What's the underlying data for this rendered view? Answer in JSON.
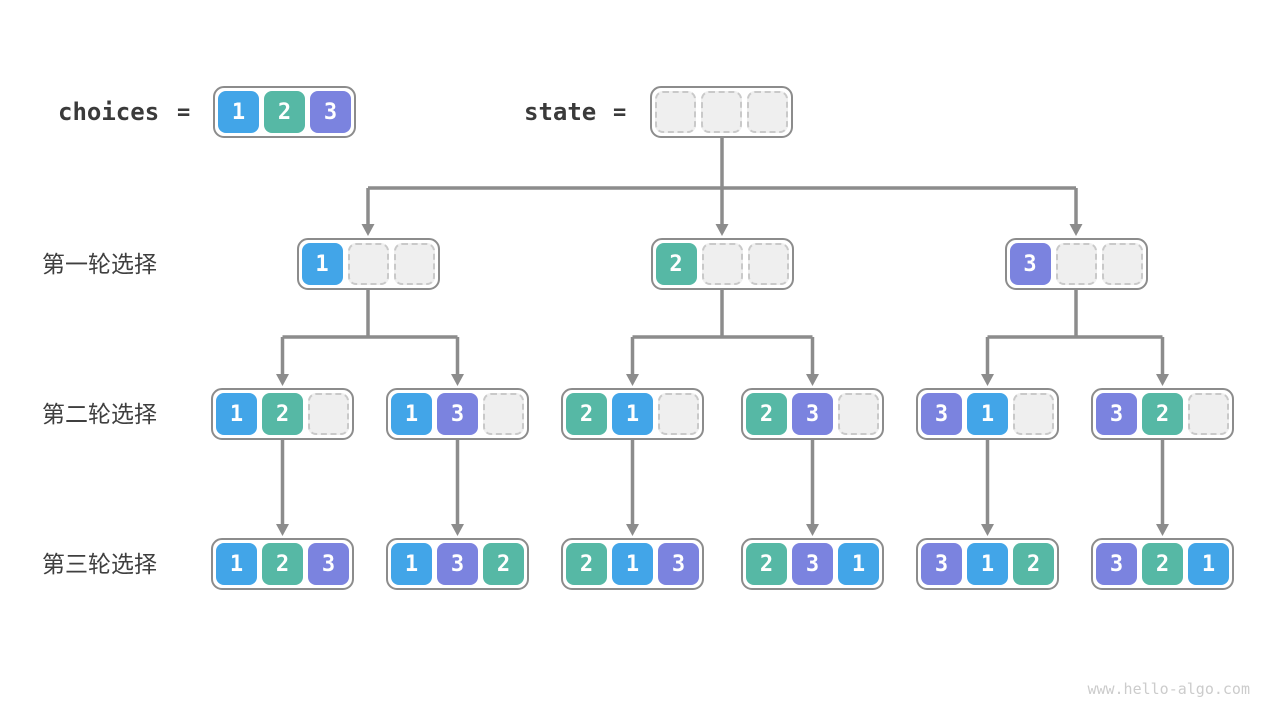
{
  "page": {
    "watermark": "www.hello-algo.com"
  },
  "palette": {
    "cell_1": "#42a5e8",
    "cell_2": "#56b8a5",
    "cell_3": "#7b83df",
    "empty_fill": "#efefef",
    "empty_border": "#c9c9c9",
    "box_border": "#8c8c8c",
    "arrow": "#8c8c8c",
    "label_text": "#3f3f3f",
    "watermark_text": "#cccccc"
  },
  "header": {
    "choices_label": "choices",
    "choices_equals": "=",
    "choices_values": [
      1,
      2,
      3
    ],
    "state_label": "state",
    "state_equals": "=",
    "state_values": [
      null,
      null,
      null
    ]
  },
  "rounds": [
    {
      "label": "第一轮选择",
      "states": [
        [
          1,
          null,
          null
        ],
        [
          2,
          null,
          null
        ],
        [
          3,
          null,
          null
        ]
      ]
    },
    {
      "label": "第二轮选择",
      "states": [
        [
          1,
          2,
          null
        ],
        [
          1,
          3,
          null
        ],
        [
          2,
          1,
          null
        ],
        [
          2,
          3,
          null
        ],
        [
          3,
          1,
          null
        ],
        [
          3,
          2,
          null
        ]
      ]
    },
    {
      "label": "第三轮选择",
      "states": [
        [
          1,
          2,
          3
        ],
        [
          1,
          3,
          2
        ],
        [
          2,
          1,
          3
        ],
        [
          2,
          3,
          1
        ],
        [
          3,
          1,
          2
        ],
        [
          3,
          2,
          1
        ]
      ]
    }
  ]
}
